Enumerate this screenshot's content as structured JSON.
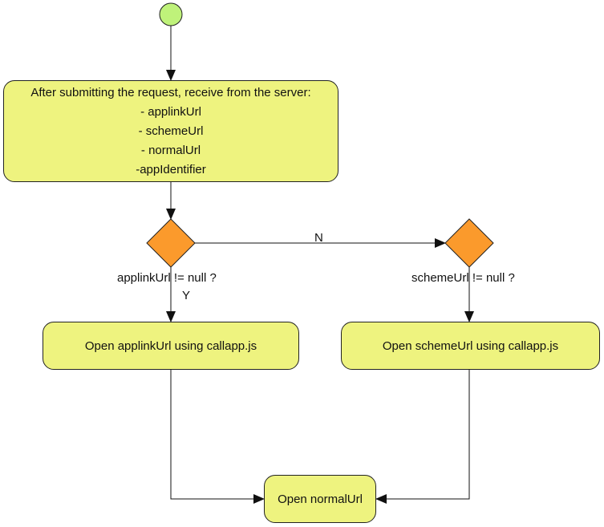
{
  "colors": {
    "start": "#bff27a",
    "activity": "#eef37f",
    "decision": "#fb9a2c",
    "stroke": "#222222"
  },
  "nodes": {
    "receive": {
      "lines": [
        "After submitting the request, receive from the server:",
        "- applinkUrl",
        "- schemeUrl",
        "- normalUrl",
        "-appIdentifier"
      ]
    },
    "open_applink": {
      "label": "Open applinkUrl using callapp.js"
    },
    "open_scheme": {
      "label": "Open schemeUrl using callapp.js"
    },
    "open_normal": {
      "label": "Open normalUrl"
    }
  },
  "decisions": {
    "applink_check": {
      "label": "applinkUrl != null ?"
    },
    "scheme_check": {
      "label": "schemeUrl != null ?"
    }
  },
  "edges": {
    "no_label": "N",
    "yes_label": "Y"
  }
}
